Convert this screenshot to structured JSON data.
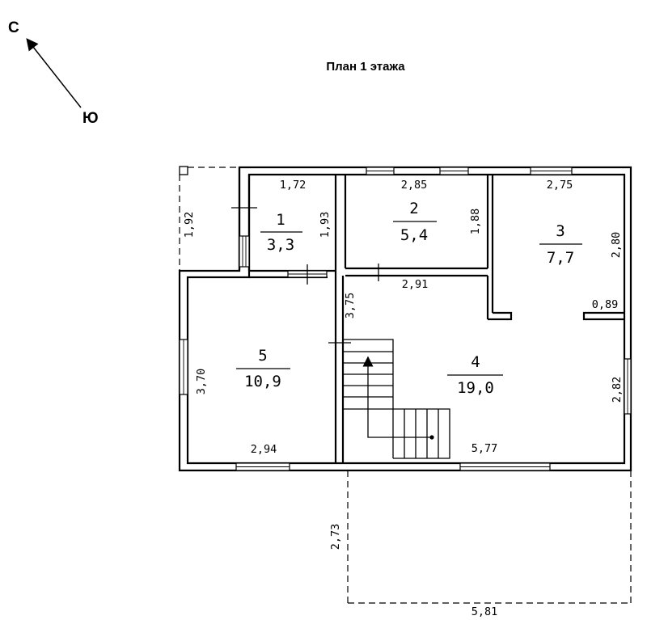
{
  "title": "План 1 этажа",
  "compass": {
    "north": "С",
    "south": "Ю"
  },
  "rooms": [
    {
      "number": "1",
      "area": "3,3"
    },
    {
      "number": "2",
      "area": "5,4"
    },
    {
      "number": "3",
      "area": "7,7"
    },
    {
      "number": "4",
      "area": "19,0"
    },
    {
      "number": "5",
      "area": "10,9"
    }
  ],
  "dimensions": {
    "porch_left_height": "1,92",
    "room1_width": "1,72",
    "room1_height": "1,93",
    "room2_width": "2,85",
    "room2_height": "1,88",
    "room3_width": "2,75",
    "room3_height": "2,80",
    "room4_top": "2,91",
    "room4_left": "3,75",
    "room4_partition": "0,89",
    "room4_right": "2,82",
    "room4_bottom": "5,77",
    "room5_height": "3,70",
    "room5_bottom": "2,94",
    "terrace_height": "2,73",
    "terrace_width": "5,81"
  }
}
